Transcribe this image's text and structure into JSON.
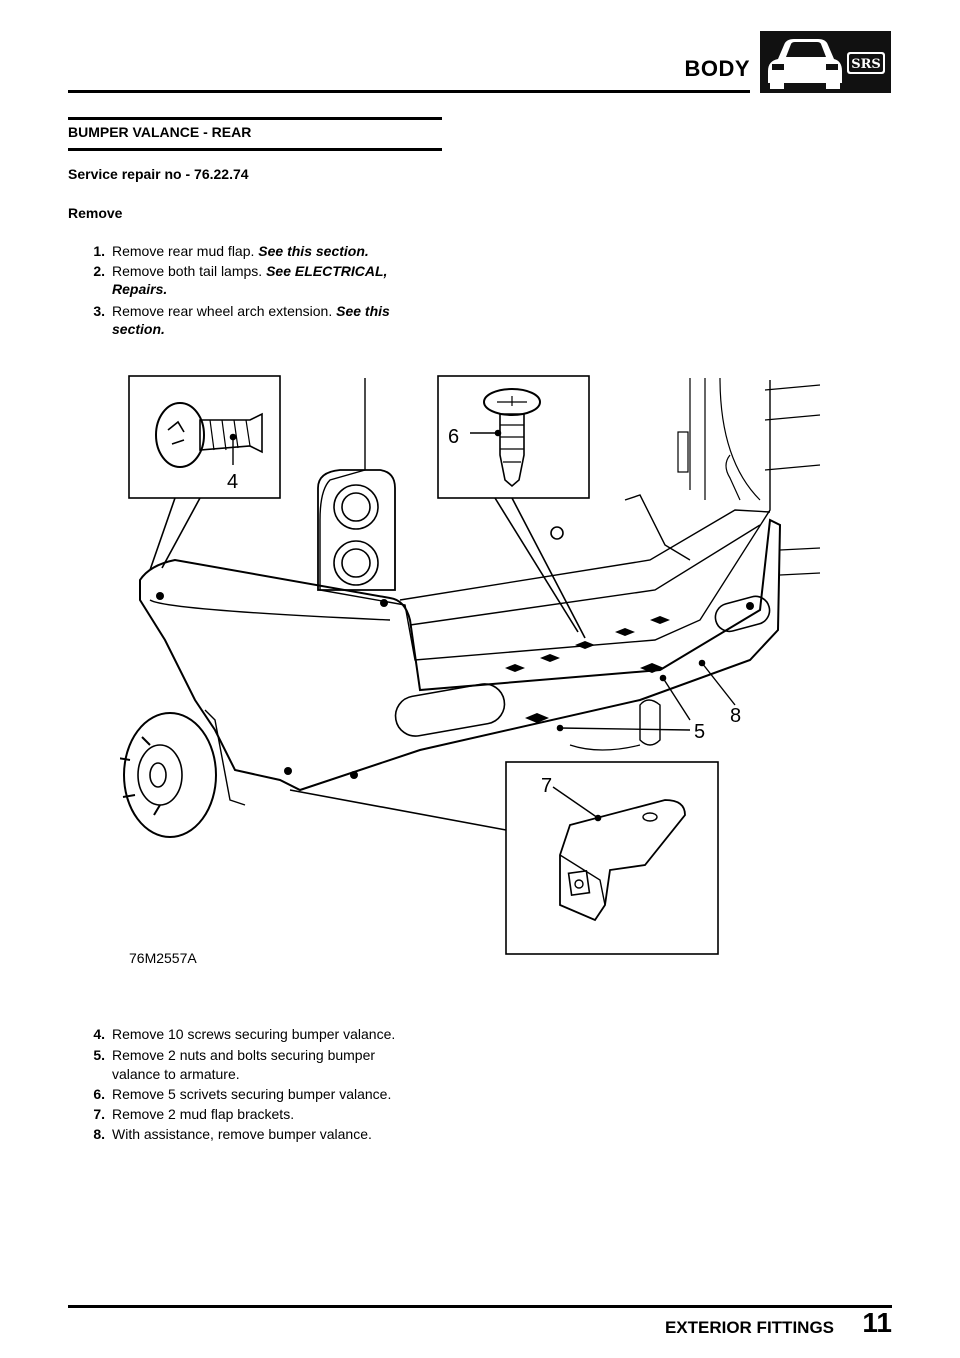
{
  "header": {
    "section": "BODY",
    "logo_text": "SRS"
  },
  "title": "BUMPER VALANCE - REAR",
  "service_repair": "Service repair no - 76.22.74",
  "remove_heading": "Remove",
  "pre_steps": [
    {
      "num": "1.",
      "text": "Remove rear mud flap.",
      "ref": "See this section."
    },
    {
      "num": "2.",
      "text": "Remove both tail lamps.",
      "ref": "See ELECTRICAL, Repairs."
    },
    {
      "num": "3.",
      "text": "Remove rear wheel arch extension.",
      "ref": "See this section."
    }
  ],
  "figure": {
    "label": "76M2557A",
    "callouts": [
      "4",
      "6",
      "5",
      "8",
      "7"
    ]
  },
  "post_steps": [
    {
      "num": "4.",
      "text": "Remove 10 screws securing bumper valance."
    },
    {
      "num": "5.",
      "text": "Remove 2 nuts and bolts securing bumper"
    },
    {
      "num": "",
      "text": "valance to armature."
    },
    {
      "num": "6.",
      "text": "Remove 5 scrivets securing bumper valance."
    },
    {
      "num": "7.",
      "text": "Remove 2 mud flap brackets."
    },
    {
      "num": "8.",
      "text": "With assistance, remove bumper valance."
    }
  ],
  "footer": {
    "chapter": "EXTERIOR FITTINGS",
    "page": "11"
  }
}
